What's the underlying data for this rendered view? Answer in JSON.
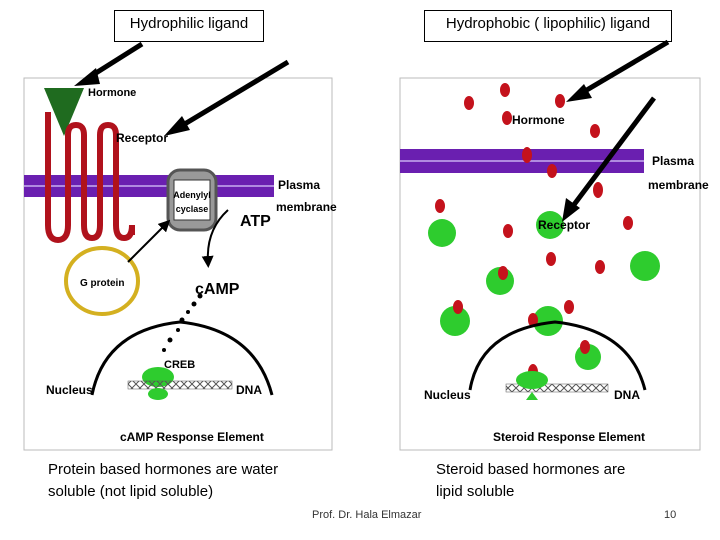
{
  "top_labels": {
    "hydrophilic": "Hydrophilic ligand",
    "hydrophobic": "Hydrophobic ( lipophilic) ligand"
  },
  "left_panel": {
    "hormone": "Hormone",
    "receptor": "Receptor",
    "adenylyl_line1": "Adenylyl",
    "adenylyl_line2": "cyclase",
    "atp": "ATP",
    "plasma_line1": "Plasma",
    "plasma_line2": "membrane",
    "g_protein": "G protein",
    "camp": "cAMP",
    "creb": "CREB",
    "nucleus": "Nucleus",
    "dna": "DNA",
    "response_element": "cAMP Response Element"
  },
  "right_panel": {
    "hormone": "Hormone",
    "plasma_line1": "Plasma",
    "plasma_line2": "membrane",
    "receptor": "Receptor",
    "nucleus": "Nucleus",
    "dna": "DNA",
    "response_element": "Steroid Response Element"
  },
  "captions": {
    "left_line1": "Protein based hormones are water",
    "left_line2": "soluble (not lipid soluble)",
    "right_line1": "Steroid based hormones are",
    "right_line2": "lipid soluble"
  },
  "footer": "Prof. Dr. Hala Elmazar",
  "page_number": "10",
  "colors": {
    "membrane": "#6a1fb0",
    "receptor": "#b0121c",
    "hormone_left": "#1f6b1f",
    "steroid": "#c4121c",
    "steroid_receptor": "#2ecc2e",
    "g_protein": "#d4b020"
  }
}
